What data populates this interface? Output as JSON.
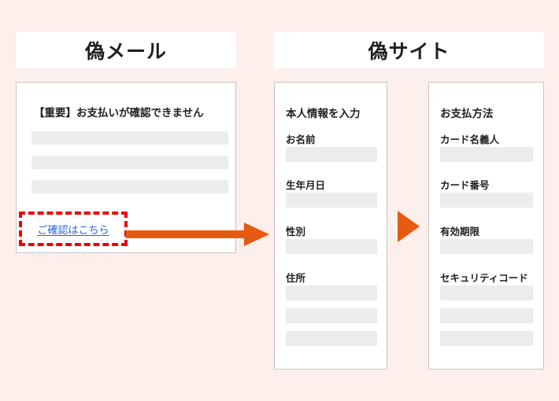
{
  "page": {
    "background_color": "#fdf0ec",
    "accent_orange": "#e85a10",
    "alert_red": "#ee0000",
    "link_blue": "#2763d8",
    "bar_gray": "#ececec",
    "card_border": "#c8c4c2"
  },
  "panels": {
    "mail": {
      "title": "偽メール",
      "subject": "【重要】お支払いが確認できません",
      "body_bars": 3,
      "phishing_link": "ご確認はこちら",
      "link_highlight_style": "dashed-red-box"
    },
    "site": {
      "title": "偽サイト",
      "forms": [
        {
          "heading": "本人情報を入力",
          "fields": [
            {
              "label": "お名前",
              "bars": 1
            },
            {
              "label": "生年月日",
              "bars": 1
            },
            {
              "label": "性別",
              "bars": 1
            },
            {
              "label": "住所",
              "bars": 3
            }
          ]
        },
        {
          "heading": "お支払方法",
          "fields": [
            {
              "label": "カード名義人",
              "bars": 1
            },
            {
              "label": "カード番号",
              "bars": 1
            },
            {
              "label": "有効期限",
              "bars": 1
            },
            {
              "label": "セキュリティコード",
              "bars": 3
            }
          ]
        }
      ]
    }
  },
  "arrows": [
    {
      "name": "mail-to-site",
      "style": "line-with-arrowhead",
      "direction": "right",
      "color": "#e85a10"
    },
    {
      "name": "profile-to-payment",
      "style": "solid-triangle",
      "direction": "right",
      "color": "#e85a10"
    }
  ]
}
